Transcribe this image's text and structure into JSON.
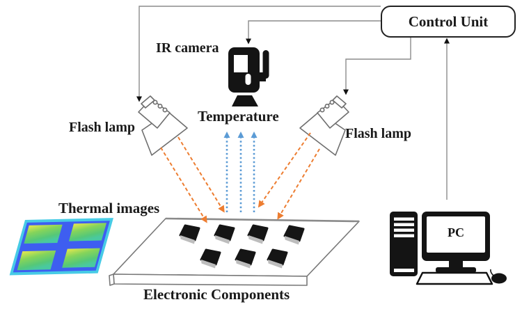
{
  "figure": {
    "type": "experimental-setup-diagram",
    "nodes": {
      "control_unit": {
        "label": "Control Unit"
      },
      "ir_camera": {
        "label": "IR camera"
      },
      "temperature": {
        "label": "Temperature"
      },
      "flash_lamp_left": {
        "label": "Flash lamp"
      },
      "flash_lamp_right": {
        "label": "Flash lamp"
      },
      "thermal_images": {
        "label": "Thermal images"
      },
      "electronic_components": {
        "label": "Electronic Components",
        "chip_count": 7
      },
      "pc": {
        "label": "PC"
      }
    },
    "connections": [
      {
        "from": "control_unit",
        "to": "flash_lamp_left",
        "style": "solid-gray-arrow"
      },
      {
        "from": "control_unit",
        "to": "ir_camera",
        "style": "solid-gray-arrow"
      },
      {
        "from": "control_unit",
        "to": "flash_lamp_right",
        "style": "solid-gray-arrow"
      },
      {
        "from": "pc",
        "to": "control_unit",
        "style": "solid-gray-arrow"
      },
      {
        "from": "flash_lamp_left",
        "to": "electronic_components",
        "style": "dashed-orange-arrows",
        "count": 2
      },
      {
        "from": "flash_lamp_right",
        "to": "electronic_components",
        "style": "dashed-orange-arrows",
        "count": 2
      },
      {
        "from": "electronic_components",
        "to": "ir_camera",
        "style": "dashed-blue-arrows",
        "count": 3
      }
    ]
  },
  "colors": {
    "flash_ray_orange": "#ED7D31",
    "radiation_blue": "#5B9BD5",
    "wire_gray": "#8C8C8C",
    "icon_black": "#141414",
    "thermal_cyan": "#47CBE6",
    "thermal_blue": "#3E5EF0",
    "thermal_green": "#55C878",
    "thermal_yellow": "#E9E84F"
  }
}
